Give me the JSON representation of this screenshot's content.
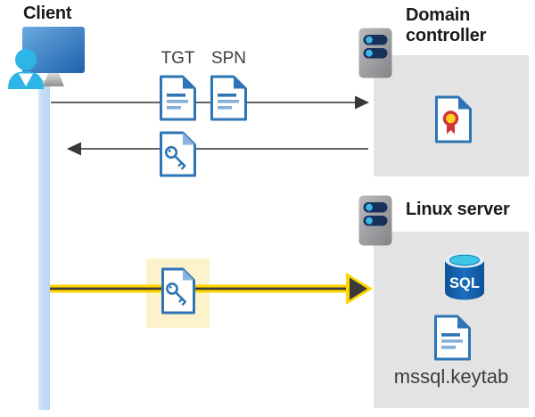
{
  "client": {
    "label": "Client"
  },
  "tickets": {
    "tgt": "TGT",
    "spn": "SPN"
  },
  "domain_controller": {
    "label": "Domain controller"
  },
  "linux_server": {
    "label": "Linux server",
    "sql": "SQL",
    "keytab": "mssql.keytab"
  },
  "colors": {
    "document_blue": "#2E75B6",
    "document_line_light": "#85AED8",
    "arrow_gray": "#3F3F3F",
    "kerberos_yellow": "#FFD400",
    "highlight_background": "#FCF3CD",
    "server_box_gray": "#E3E3E3",
    "client_timeline_blue": "#C3DCF7",
    "persona_cyan": "#2DB5E8",
    "sql_database_blue": "#1361AC",
    "certificate_red": "#D13438",
    "certificate_gold": "#FFD21E"
  }
}
